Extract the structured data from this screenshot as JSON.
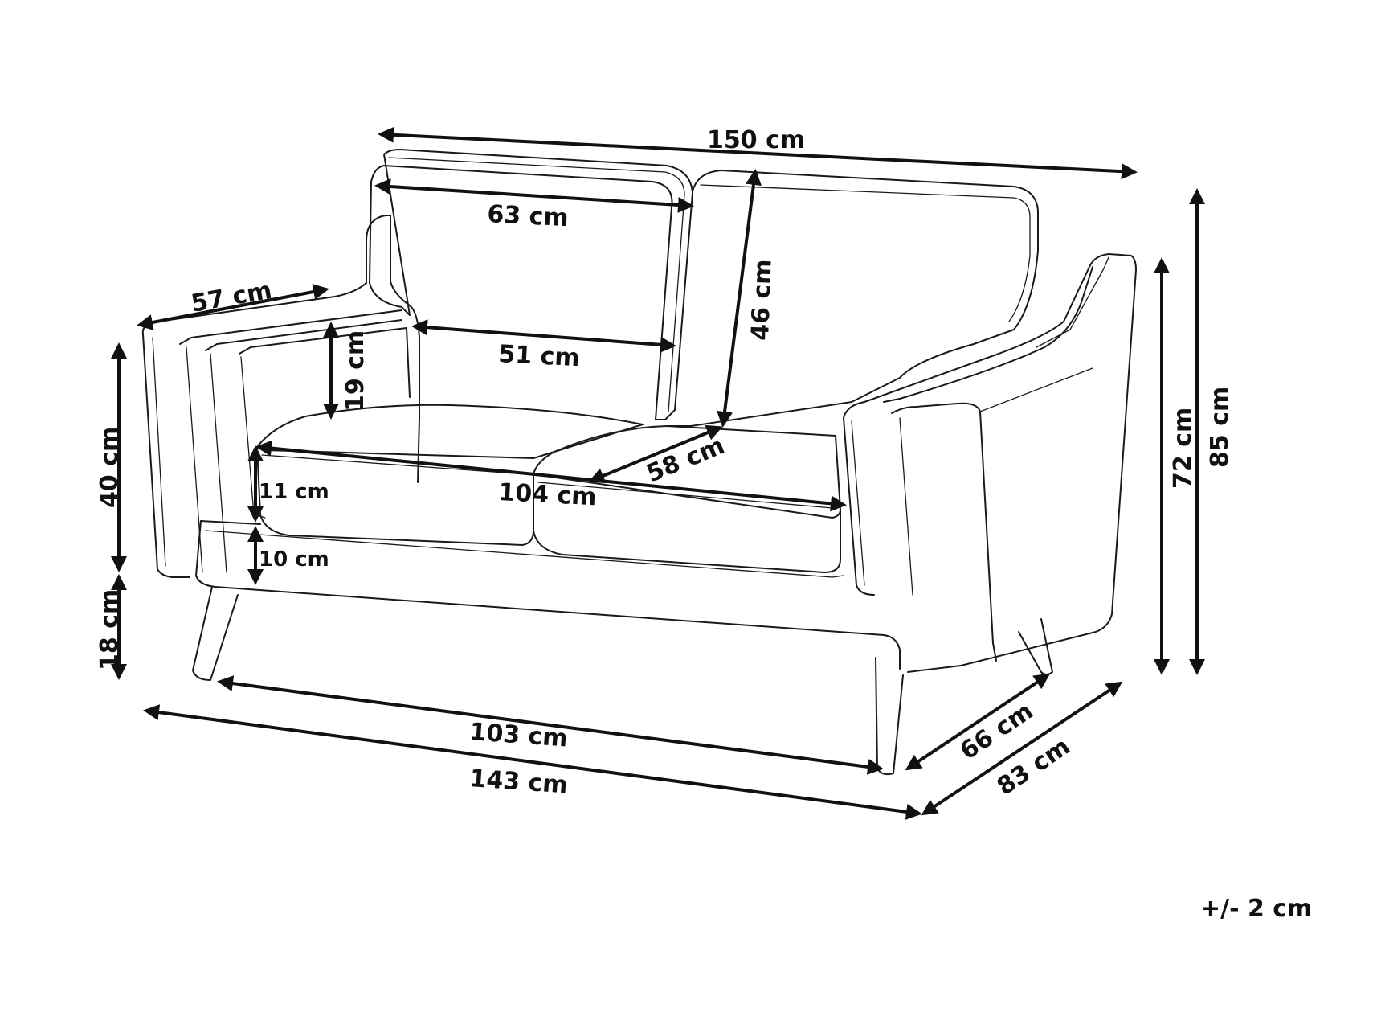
{
  "diagram": {
    "subject": "two-seater sofa",
    "line_color": "#111111",
    "background": "#ffffff"
  },
  "dimensions": {
    "overall_width": "150 cm",
    "backrest_cushion_width": "63 cm",
    "armrest_depth": "57 cm",
    "backrest_height": "46 cm",
    "inner_seat_width": "51 cm",
    "armrest_height_above_seat": "19 cm",
    "seat_height": "40 cm",
    "seat_cushion_thickness": "11 cm",
    "seat_width": "104 cm",
    "seat_depth": "58 cm",
    "base_height": "10 cm",
    "leg_height": "18 cm",
    "armrest_top_height": "72 cm",
    "total_height": "85 cm",
    "leg_span_width": "103 cm",
    "base_width": "143 cm",
    "leg_span_depth": "66 cm",
    "total_depth": "83 cm"
  },
  "tolerance": "+/- 2 cm"
}
